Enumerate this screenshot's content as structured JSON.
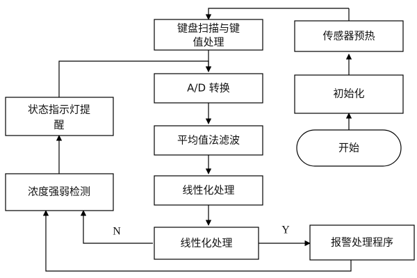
{
  "diagram": {
    "nodes": {
      "keyboard_scan": {
        "line1": "键盘扫描与键",
        "line2": "值处理"
      },
      "ad_convert": {
        "label": "A/D 转换"
      },
      "average_filter": {
        "label": "平均值法滤波"
      },
      "linearize_1": {
        "label": "线性化处理"
      },
      "linearize_2": {
        "label": "线性化处理"
      },
      "sensor_preheat": {
        "label": "传感器预热"
      },
      "initialize": {
        "label": "初始化"
      },
      "start": {
        "label": "开始"
      },
      "status_indicator": {
        "line1": "状态指示灯提",
        "line2": "醒"
      },
      "concentration_check": {
        "label": "浓度强弱检测"
      },
      "alarm_program": {
        "label": "报警处理程序"
      }
    },
    "edge_labels": {
      "no": "N",
      "yes": "Y"
    }
  }
}
